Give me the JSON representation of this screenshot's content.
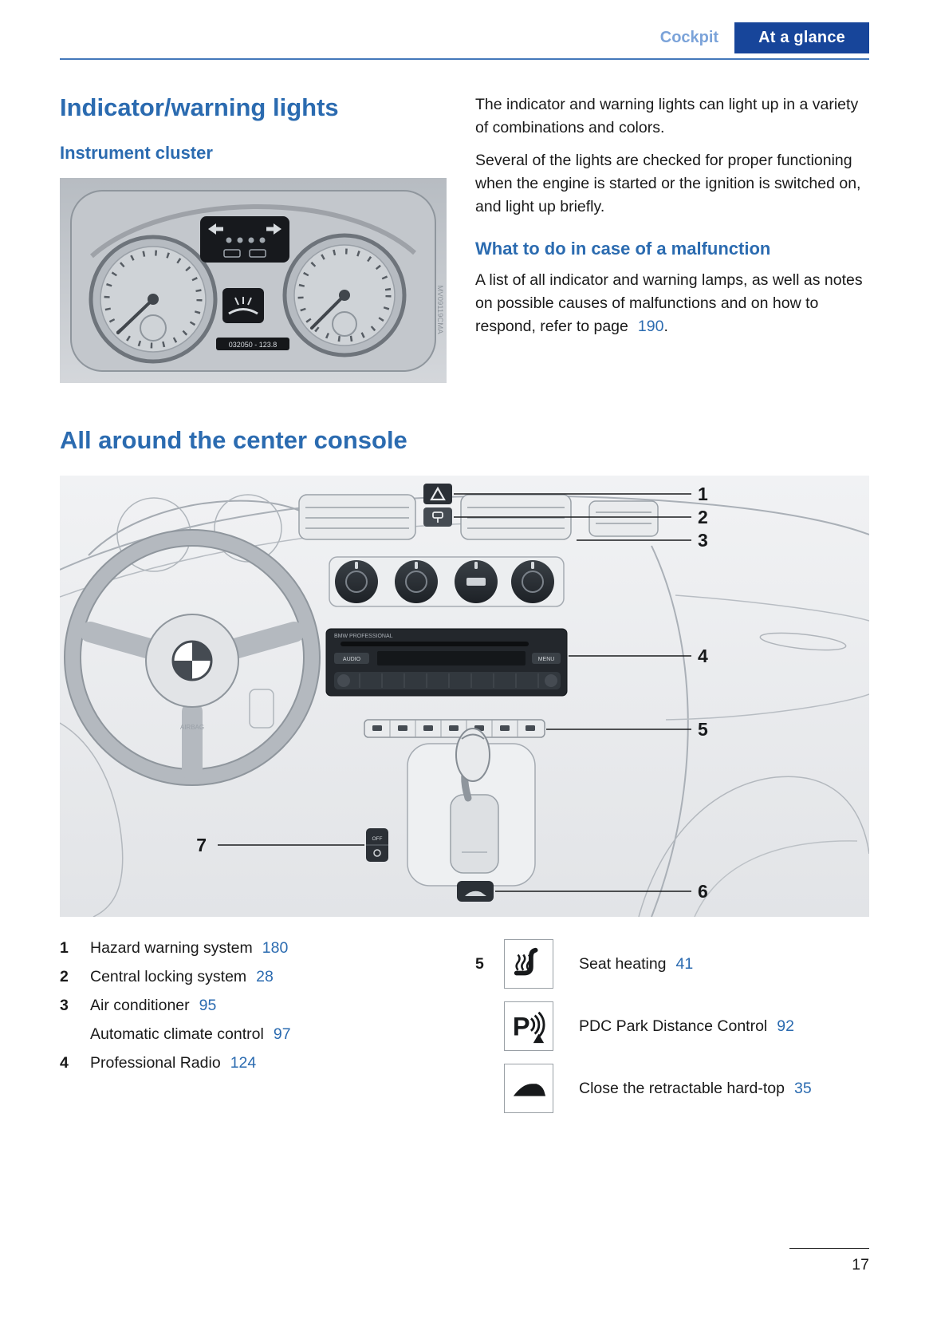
{
  "colors": {
    "accent": "#2b6bb0",
    "tab_bg": "#17459a",
    "tab_text": "#ffffff",
    "breadcrumb": "#7ba3d9",
    "rule": "#4478ba",
    "link": "#2b6bb0",
    "text": "#1a1a1a"
  },
  "header": {
    "breadcrumb": "Cockpit",
    "tab": "At a glance"
  },
  "indicator": {
    "title": "Indicator/warning lights",
    "subtitle": "Instrument cluster",
    "cluster": {
      "odometer": "032050 - 123.8",
      "watermark": "MV09119CMA"
    },
    "para1": "The indicator and warning lights can light up in a variety of combinations and colors.",
    "para2": "Several of the lights are checked for proper functioning when the engine is started or the ignition is switched on, and light up briefly.",
    "malfunction": {
      "title": "What to do in case of a malfunction",
      "text": "A list of all indicator and warning lamps, as well as notes on possible causes of malfunctions and on how to respond, refer to page",
      "page_ref": "190",
      "suffix": "."
    }
  },
  "console": {
    "title": "All around the center console",
    "callouts": [
      "1",
      "2",
      "3",
      "4",
      "5",
      "6",
      "7"
    ]
  },
  "legend": {
    "left": [
      {
        "num": "1",
        "label": "Hazard warning system",
        "page": "180"
      },
      {
        "num": "2",
        "label": "Central locking system",
        "page": "28"
      },
      {
        "num": "3",
        "label": "Air conditioner",
        "page": "95"
      },
      {
        "num": "",
        "label": "Automatic climate control",
        "page": "97"
      },
      {
        "num": "4",
        "label": "Professional Radio",
        "page": "124"
      }
    ],
    "right": [
      {
        "num": "5",
        "icon": "seat-heating-icon",
        "label": "Seat heating",
        "page": "41"
      },
      {
        "num": "",
        "icon": "pdc-icon",
        "label": "PDC Park Distance Control",
        "page": "92"
      },
      {
        "num": "",
        "icon": "hardtop-icon",
        "label": "Close the retractable hard-top",
        "page": "35"
      }
    ]
  },
  "footer": {
    "page_number": "17"
  }
}
